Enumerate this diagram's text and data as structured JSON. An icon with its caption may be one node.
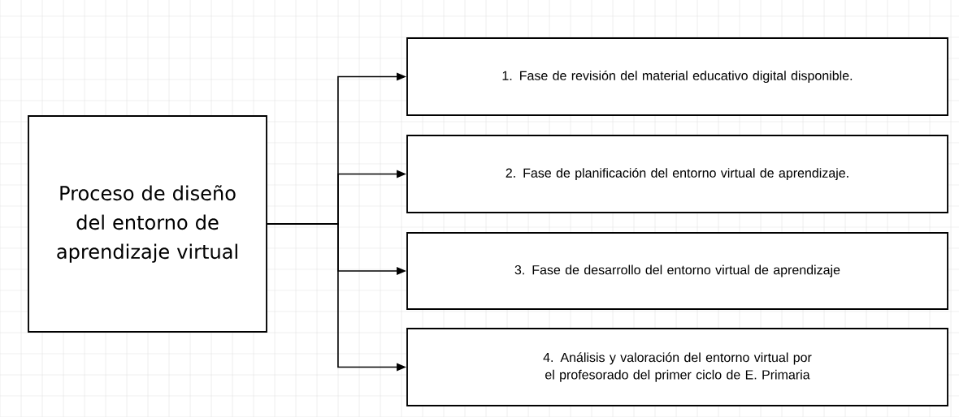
{
  "diagram": {
    "nodes": [
      {
        "text": [
          "Proceso de diseño del entorno de aprendizaje virtual"
        ]
      },
      {
        "text": [
          "1. Fase de revisión del material educativo digital disponible."
        ]
      },
      {
        "text": [
          "2. Fase de planificación del entorno virtual de aprendizaje."
        ]
      },
      {
        "text": [
          "3. Fase de desarrollo del entorno virtual de aprendizaje"
        ]
      },
      {
        "text": [
          "4. Análisis y valoración del entorno virtual por el profesorado del primer ciclo de E. Primaria"
        ]
      }
    ],
    "edges": [
      {
        "from": 0,
        "to": 1,
        "arrow": "to"
      },
      {
        "from": 0,
        "to": 2,
        "arrow": "to"
      },
      {
        "from": 0,
        "to": 3,
        "arrow": "to"
      },
      {
        "from": 0,
        "to": 4,
        "arrow": "to"
      }
    ]
  }
}
